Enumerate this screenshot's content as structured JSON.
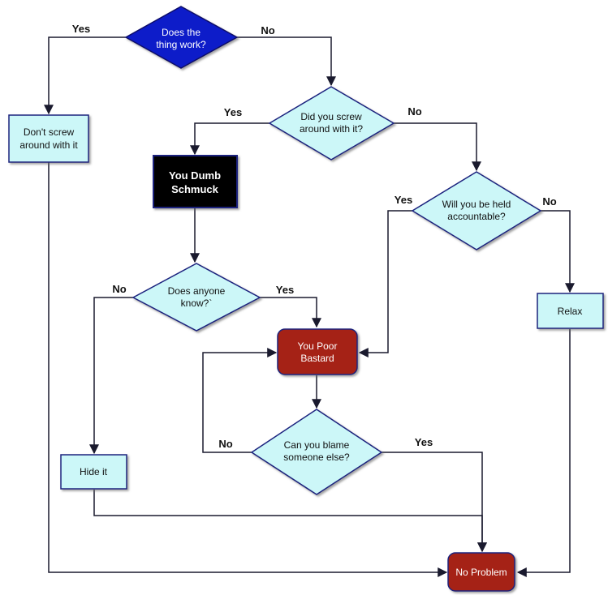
{
  "colors": {
    "decision_fill": "#ccf7f8",
    "decision_stroke": "#1a237e",
    "start_fill": "#0d1dc9",
    "process_fill": "#ccf7f8",
    "process_stroke": "#1a237e",
    "black_fill": "#000000",
    "red_fill": "#a52313",
    "connector": "#1a1a2e"
  },
  "nodes": {
    "does_work": [
      "Does the",
      "thing work?"
    ],
    "dont_screw": [
      "Don't screw",
      "around with it"
    ],
    "did_screw": [
      "Did you screw",
      "around with it?"
    ],
    "dumb": [
      "You Dumb",
      "Schmuck"
    ],
    "accountable": [
      "Will you be held",
      "accountable?"
    ],
    "anyone_know": [
      "Does anyone",
      "know?`"
    ],
    "relax": [
      "Relax"
    ],
    "poor": [
      "You Poor",
      "Bastard"
    ],
    "blame": [
      "Can you blame",
      "someone else?"
    ],
    "hide": [
      "Hide it"
    ],
    "no_problem": [
      "No Problem"
    ]
  },
  "edges": {
    "work_yes": "Yes",
    "work_no": "No",
    "screw_yes": "Yes",
    "screw_no": "No",
    "acc_yes": "Yes",
    "acc_no": "No",
    "know_no": "No",
    "know_yes": "Yes",
    "blame_no": "No",
    "blame_yes": "Yes"
  }
}
